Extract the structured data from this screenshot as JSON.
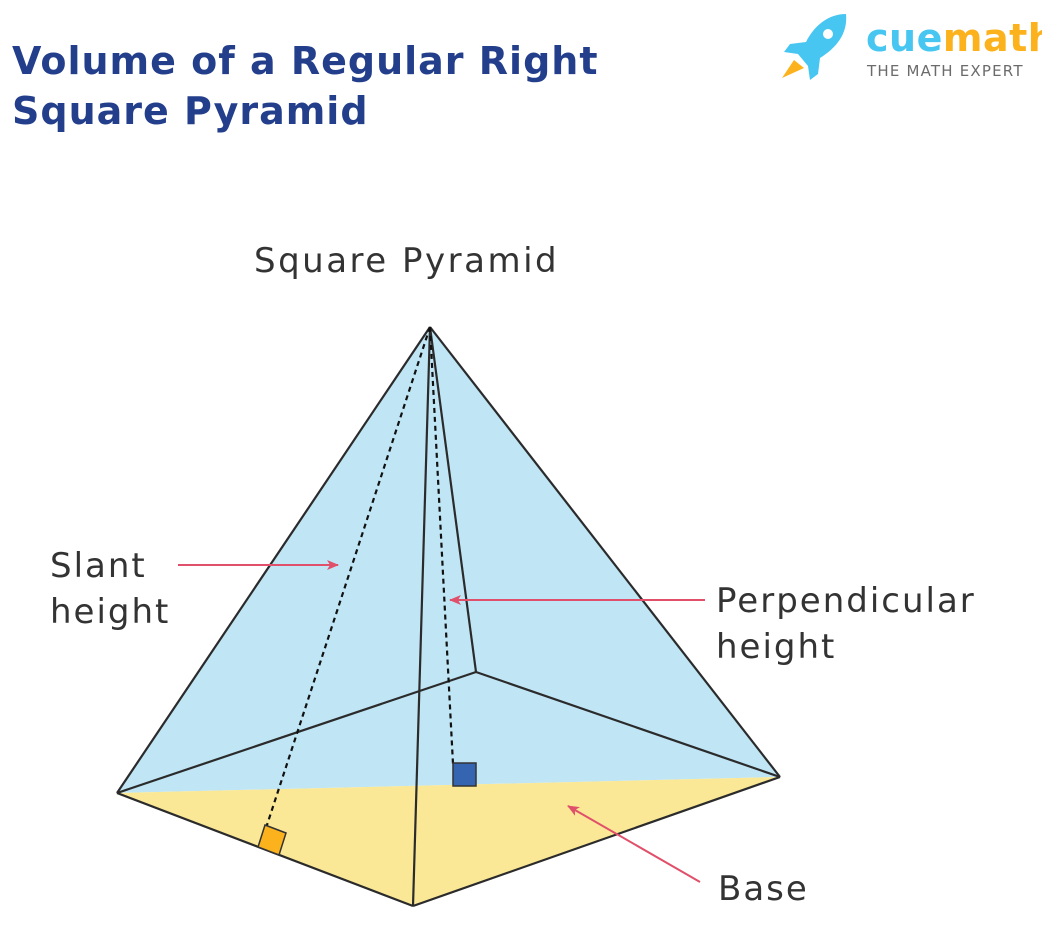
{
  "title_line1": "Volume of a Regular Right",
  "title_line2": "Square Pyramid",
  "logo": {
    "brand_part1": "cue",
    "brand_part2": "math",
    "tagline": "THE MATH EXPERT"
  },
  "diagram": {
    "heading": "Square Pyramid",
    "labels": {
      "slant_1": "Slant",
      "slant_2": "height",
      "perp_1": "Perpendicular",
      "perp_2": "height",
      "base": "Base"
    },
    "colors": {
      "faces": "#c0e6f6",
      "base": "#fae896",
      "arrow": "#e0506a",
      "right_angle_perp": "#3565b0",
      "right_angle_slant": "#fbb21c"
    }
  }
}
